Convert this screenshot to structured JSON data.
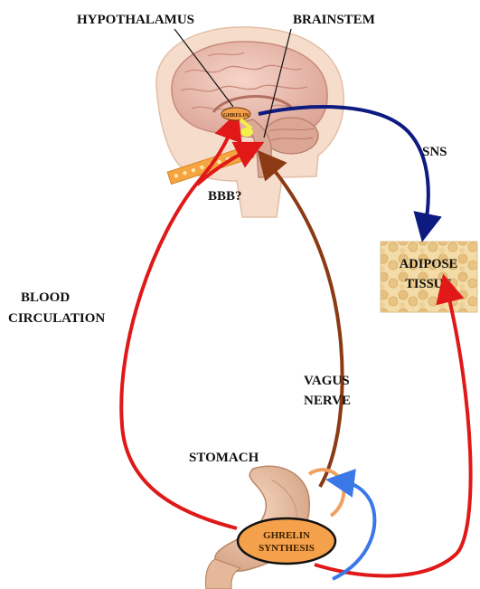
{
  "labels": {
    "hypothalamus": "HYPOTHALAMUS",
    "brainstem": "BRAINSTEM",
    "sns": "SNS",
    "bbb": "BBB?",
    "adipose_line1": "ADIPOSE",
    "adipose_line2": "TISSUE",
    "blood_line1": "BLOOD",
    "blood_line2": "CIRCULATION",
    "vagus_line1": "VAGUS",
    "vagus_line2": "NERVE",
    "stomach": "STOMACH",
    "ghrelin_brain": "GHRELIN",
    "synthesis_line1": "GHRELIN",
    "synthesis_line2": "SYNTHESIS"
  },
  "colors": {
    "blood_arrow": "#e01818",
    "vagus_arrow": "#8b3a14",
    "sns_arrow": "#0d1a80",
    "feedback_arrow": "#3a78e8",
    "ghrelin_fill": "#f5a04a",
    "adipose_fill": "#f1d9a2",
    "stomach_fill": "#eac2a4",
    "brain_fill": "#eec1b2",
    "head_fill": "#f6dccb"
  }
}
